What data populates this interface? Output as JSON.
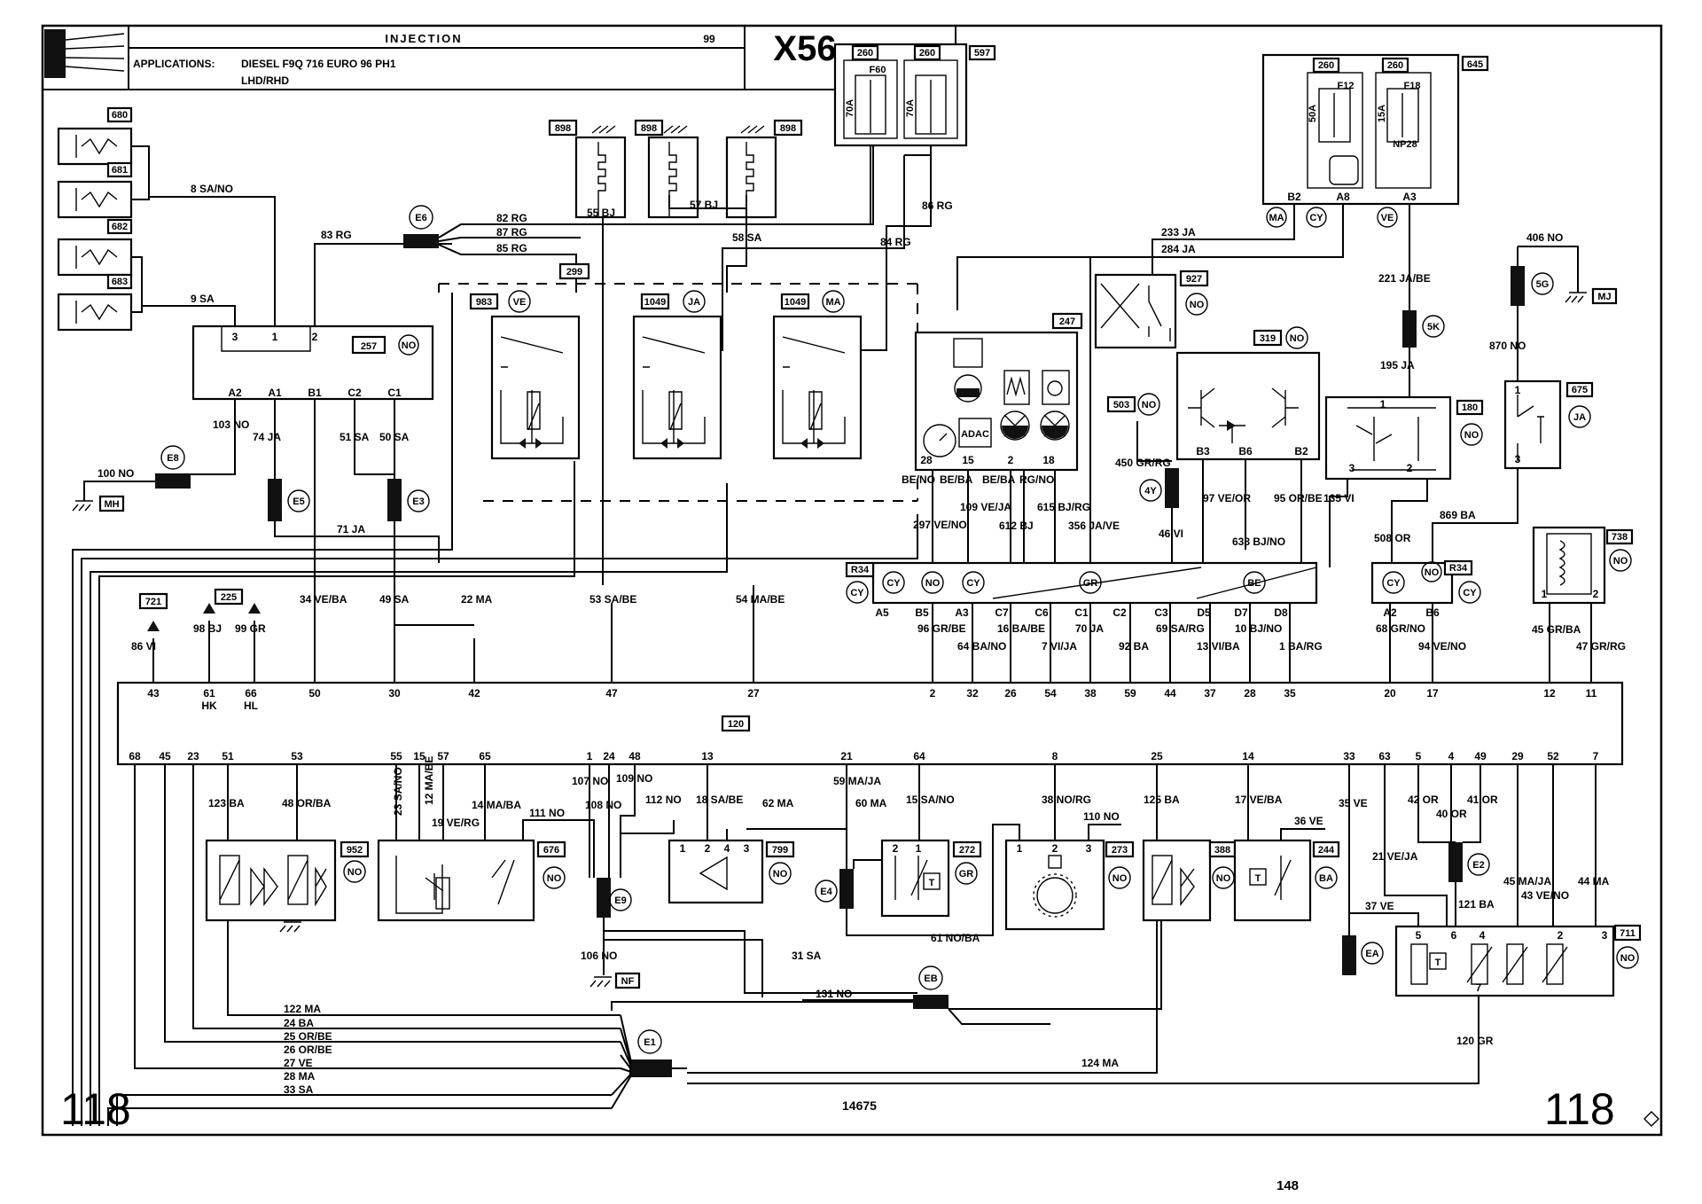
{
  "header": {
    "title": "INJECTION",
    "page_code": "99",
    "diagram_id": "X56",
    "applications_label": "APPLICATIONS:",
    "applications_value": "DIESEL F9Q 716 EURO 96 PH1",
    "drive": "LHD/RHD"
  },
  "corner_left": "118",
  "corner_right": "118",
  "drawing_number": "14675",
  "page_number": "148",
  "components": {
    "c680": "680",
    "c681": "681",
    "c682": "682",
    "c683": "683",
    "c257": "257",
    "c257_tag": "NO",
    "c898a": "898",
    "c898b": "898",
    "c898c": "898",
    "c597": "597",
    "c260a": "260",
    "c260b": "260",
    "fuse_f60": "F60",
    "fuse_f60_rating": "70A",
    "fuse_b_rating": "70A",
    "c645": "645",
    "c260c": "260",
    "c260d": "260",
    "fuse_f12": "F12",
    "fuse_f12_rating": "50A",
    "fuse_f18": "F18",
    "fuse_f18_rating": "15A",
    "fuse_np28": "NP28",
    "c299": "299",
    "c983": "983",
    "c983_tag": "VE",
    "c1049a": "1049",
    "c1049a_tag": "JA",
    "c1049b": "1049",
    "c1049b_tag": "MA",
    "c247": "247",
    "adac": "ADAC",
    "c927": "927",
    "c927_tag": "NO",
    "c319": "319",
    "c319_tag": "NO",
    "c503": "503",
    "c503_tag": "NO",
    "c180": "180",
    "c180_tag": "NO",
    "c675": "675",
    "c675_tag": "JA",
    "c738": "738",
    "c738_tag": "NO",
    "c721": "721",
    "c225": "225",
    "c120": "120",
    "c952": "952",
    "c952_tag": "NO",
    "c676": "676",
    "c676_tag": "NO",
    "c799": "799",
    "c799_tag": "NO",
    "c272": "272",
    "c272_tag": "GR",
    "c273": "273",
    "c273_tag": "NO",
    "c388": "388",
    "c388_tag": "NO",
    "c244": "244",
    "c244_tag": "BA",
    "c711": "711",
    "c711_tag": "NO",
    "r34_left": "R34",
    "r34_right": "R34"
  },
  "junctions": {
    "E6": "E6",
    "E8": "E8",
    "E5": "E5",
    "E3": "E3",
    "E9": "E9",
    "E4": "E4",
    "EB": "EB",
    "E1": "E1",
    "E2": "E2",
    "EA": "EA",
    "J4Y": "4Y",
    "J5G": "5G",
    "J5K": "5K"
  },
  "grounds": {
    "MH": "MH",
    "NF": "NF",
    "MJ": "MJ"
  },
  "wires": {
    "w8": "8 SA/NO",
    "w9": "9 SA",
    "w83": "83 RG",
    "w82": "82 RG",
    "w87": "87 RG",
    "w85": "85 RG",
    "w55": "55 BJ",
    "w57": "57 BJ",
    "w58": "58 SA",
    "w84": "84 RG",
    "w86": "86 RG",
    "w233": "233 JA",
    "w284": "284 JA",
    "w221": "221 JA/BE",
    "w195": "195 JA",
    "w406": "406 NO",
    "w870": "870 NO",
    "w103": "103 NO",
    "w100": "100 NO",
    "w74": "74 JA",
    "w51": "51 SA",
    "w50": "50 SA",
    "w71": "71 JA",
    "w34": "34 VE/BA",
    "w49": "49 SA",
    "w22": "22 MA",
    "w53": "53 SA/BE",
    "w54": "54 MA/BE",
    "w86vi": "86 VI",
    "w98": "98 BJ",
    "w99": "99 GR",
    "w297": "297 VE/NO",
    "w109": "109 VE/JA",
    "w612": "612 BJ",
    "w615": "615 BJ/RG",
    "w356": "356 JA/VE",
    "w450": "450 GR/RG",
    "w46": "46 VI",
    "w97": "97 VE/OR",
    "w95": "95 OR/BE",
    "w135": "135 VI",
    "w638": "638 BJ/NO",
    "w508": "508 OR",
    "w869": "869 BA",
    "w96": "96 GR/BE",
    "w64": "64 BA/NO",
    "w16": "16 BA/BE",
    "w7": "7 VI/JA",
    "w70": "70 JA",
    "w92": "92 BA",
    "w69": "69 SA/RG",
    "w13": "13 VI/BA",
    "w10": "10 BJ/NO",
    "w1": "1 BA/RG",
    "w68": "68 GR/NO",
    "w94": "94 VE/NO",
    "w45": "45 GR/BA",
    "w47": "47 GR/RG",
    "w123": "123 BA",
    "w48": "48 OR/BA",
    "w23": "23 SA/NO",
    "w12": "12 MA/BE",
    "w19": "19 VE/RG",
    "w14": "14 MA/BA",
    "w111": "111 NO",
    "w107": "107 NO",
    "w108": "108 NO",
    "w109no": "109 NO",
    "w112": "112 NO",
    "w18": "18 SA/BE",
    "w62": "62 MA",
    "w59": "59 MA/JA",
    "w60": "60 MA",
    "w15": "15 SA/NO",
    "w38": "38 NO/RG",
    "w110": "110 NO",
    "w125": "125 BA",
    "w17": "17 VE/BA",
    "w36": "36 VE",
    "w35": "35 VE",
    "w21": "21 VE/JA",
    "w37": "37 VE",
    "w42": "42 OR",
    "w40": "40 OR",
    "w41": "41 OR",
    "w121": "121 BA",
    "w45ma": "45 MA/JA",
    "w43": "43 VE/NO",
    "w44": "44 MA",
    "w106": "106 NO",
    "w61": "61 NO/BA",
    "w31": "31 SA",
    "w131": "131 NO",
    "w124": "124 MA",
    "w120": "120 GR",
    "w122": "122 MA",
    "w24": "24 BA",
    "w25": "25 OR/BE",
    "w26": "26 OR/BE",
    "w27": "27 VE",
    "w28": "28 MA",
    "w33": "33 SA",
    "w_be_no": "BE/NO",
    "w_be_ba1": "BE/BA",
    "w_be_ba2": "BE/BA",
    "w_rg_no": "RG/NO"
  },
  "ecu_top_pins": [
    "43",
    "61",
    "66",
    "50",
    "30",
    "42",
    "47",
    "27",
    "2",
    "32",
    "26",
    "54",
    "38",
    "59",
    "44",
    "37",
    "28",
    "35",
    "20",
    "17",
    "12",
    "11"
  ],
  "ecu_top_sub": [
    "HK",
    "HL"
  ],
  "ecu_bottom_pins": [
    "68",
    "45",
    "23",
    "51",
    "53",
    "55",
    "15",
    "57",
    "65",
    "1",
    "24",
    "48",
    "13",
    "21",
    "64",
    "8",
    "25",
    "14",
    "33",
    "63",
    "5",
    "4",
    "49",
    "29",
    "52",
    "7"
  ],
  "connector_pins": {
    "r34a": [
      "A5",
      "B5",
      "A3",
      "C7",
      "C6",
      "C1",
      "C2",
      "C3",
      "D5",
      "D7",
      "D8"
    ],
    "r34b": [
      "A2",
      "B6"
    ],
    "c257": [
      "3",
      "1",
      "2",
      "A2",
      "A1",
      "B1",
      "C2",
      "C1"
    ],
    "c247": [
      "28",
      "15",
      "2",
      "18"
    ],
    "c319": [
      "B3",
      "B6",
      "B2"
    ],
    "c645": [
      "B2",
      "A8",
      "A3"
    ]
  },
  "connector_colors": {
    "cy": "CY",
    "no": "NO",
    "gr": "GR",
    "be": "BE",
    "ma": "MA",
    "ve": "VE"
  }
}
